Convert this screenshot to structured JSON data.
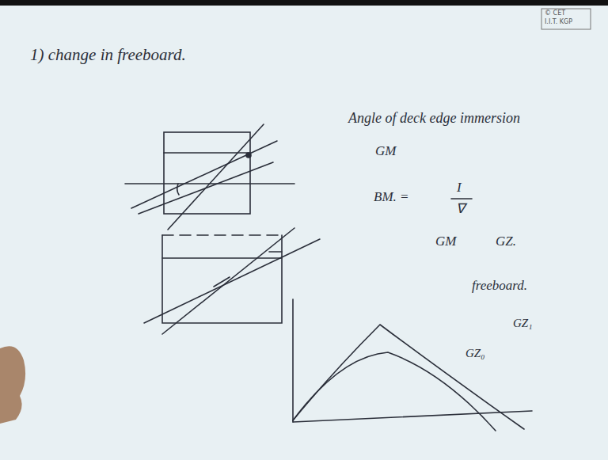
{
  "diagram": {
    "title": "1) change in freeboard.",
    "labels": [
      "© CET",
      "I.I.T. KGP",
      "Angle of deck edge immersion",
      "GM",
      "BM. =",
      "I",
      "∇",
      "GM",
      "GZ.",
      "freeboard.",
      "GZ₁",
      "GZ₀"
    ]
  }
}
